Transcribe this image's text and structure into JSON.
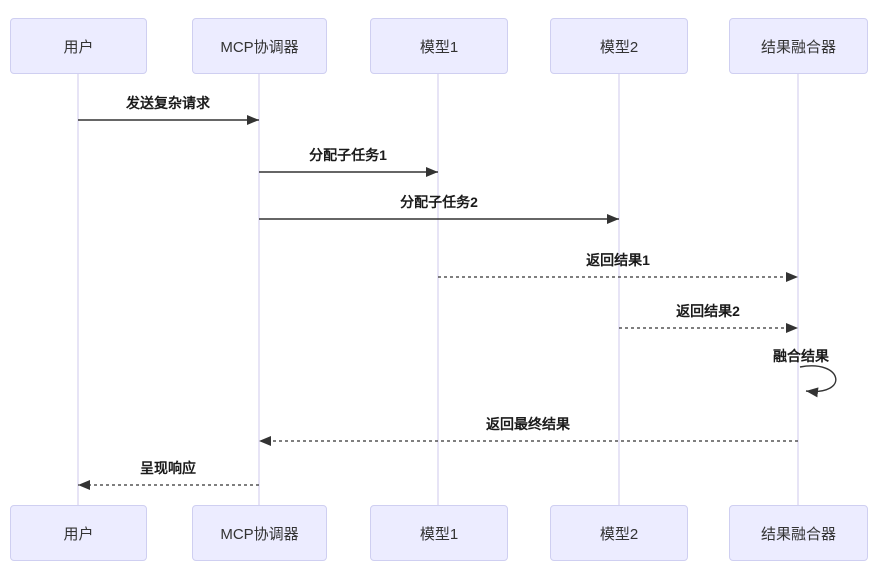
{
  "diagram": {
    "type": "sequence-diagram",
    "actors": [
      {
        "label": "用户"
      },
      {
        "label": "MCP协调器"
      },
      {
        "label": "模型1"
      },
      {
        "label": "模型2"
      },
      {
        "label": "结果融合器"
      }
    ],
    "messages": [
      {
        "label": "发送复杂请求",
        "from": "用户",
        "to": "MCP协调器",
        "line": "solid"
      },
      {
        "label": "分配子任务1",
        "from": "MCP协调器",
        "to": "模型1",
        "line": "solid"
      },
      {
        "label": "分配子任务2",
        "from": "MCP协调器",
        "to": "模型2",
        "line": "solid"
      },
      {
        "label": "返回结果1",
        "from": "模型1",
        "to": "结果融合器",
        "line": "dashed"
      },
      {
        "label": "返回结果2",
        "from": "模型2",
        "to": "结果融合器",
        "line": "dashed"
      },
      {
        "label": "融合结果",
        "from": "结果融合器",
        "to": "结果融合器",
        "line": "self"
      },
      {
        "label": "返回最终结果",
        "from": "结果融合器",
        "to": "MCP协调器",
        "line": "dashed"
      },
      {
        "label": "呈现响应",
        "from": "MCP协调器",
        "to": "用户",
        "line": "dashed"
      }
    ],
    "colors": {
      "actor_fill": "#ECECFF",
      "actor_border": "#CFCFF1",
      "lifeline": "#CFC8EE",
      "arrow": "#333333",
      "message_text": "#1a1a1a"
    }
  }
}
